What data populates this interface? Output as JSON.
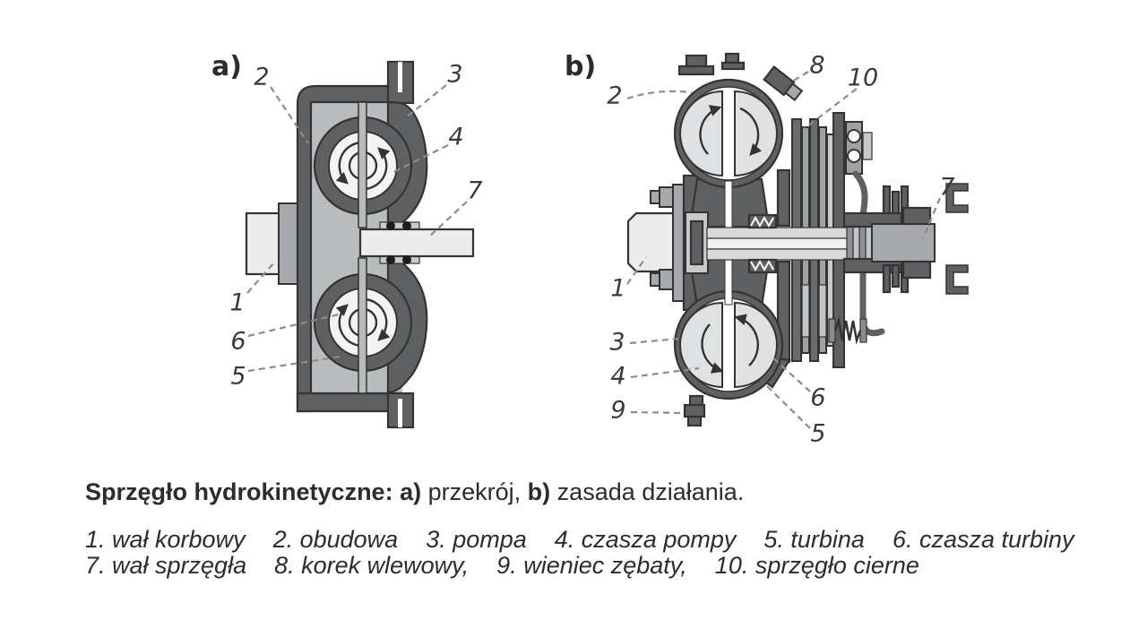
{
  "figure": {
    "panel_a": {
      "tag": "a)",
      "callouts": {
        "n2": "2",
        "n3": "3",
        "n4": "4",
        "n7": "7",
        "n1": "1",
        "n6": "6",
        "n5": "5"
      }
    },
    "panel_b": {
      "tag": "b)",
      "callouts": {
        "n2": "2",
        "n8": "8",
        "n10": "10",
        "n7": "7",
        "n1": "1",
        "n3": "3",
        "n4": "4",
        "n9": "9",
        "n6": "6",
        "n5": "5"
      }
    }
  },
  "caption": {
    "intro": "Sprzęgło hydrokinetyczne:",
    "a_tag": "a)",
    "a_text": "przekrój,",
    "b_tag": "b)",
    "b_text": "zasada działania."
  },
  "legend": {
    "row1": [
      "1. wał korbowy",
      "2. obudowa",
      "3. pompa",
      "4. czasza pompy",
      "5. turbina",
      "6. czasza turbiny"
    ],
    "row2": [
      "7. wał sprzęgła",
      "8. korek wlewowy,",
      "9. wieniec zębaty,",
      "10. sprzęgło cierne"
    ]
  },
  "colors": {
    "housing_dark": "#5f6062",
    "metal_medium": "#a7a9ac",
    "interior_light": "#b9bbbd",
    "fluid_light": "#e0e1e2",
    "shaft_light": "#ececec",
    "outline": "#333333",
    "leader_gray": "#8c8c8c",
    "text": "#2c2c2c",
    "background": "#ffffff"
  }
}
